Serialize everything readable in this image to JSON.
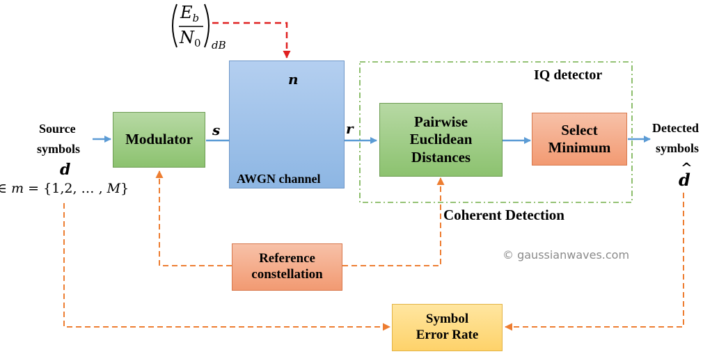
{
  "source": {
    "line1": "Source",
    "line2": "symbols",
    "symbol": "d",
    "set_prefix": "∈ ",
    "set_var": "m",
    "set_body": " = {1,2, … , ",
    "set_last": "M",
    "set_close": "}"
  },
  "modulator": {
    "label": "Modulator"
  },
  "signal_s": "s",
  "signal_r": "r",
  "noise_n": "n",
  "ebn0": {
    "num_main": "E",
    "num_sub": "b",
    "den_main": "N",
    "den_sub": "0",
    "unit": "dB"
  },
  "awgn": {
    "label": "AWGN channel"
  },
  "iq_detector": {
    "label": "IQ detector"
  },
  "pairwise": {
    "line1": "Pairwise",
    "line2": "Euclidean",
    "line3": "Distances"
  },
  "select_min": {
    "line1": "Select",
    "line2": "Minimum"
  },
  "detected": {
    "line1": "Detected",
    "line2": "symbols",
    "symbol": "d"
  },
  "coherent": {
    "label": "Coherent Detection"
  },
  "reference": {
    "line1": "Reference",
    "line2": "constellation"
  },
  "ser": {
    "line1": "Symbol",
    "line2": "Error Rate"
  },
  "copyright": "© gaussianwaves.com",
  "colors": {
    "signal_arrow": "#5b9bd5",
    "reference_arrow": "#ed7d31",
    "ebn0_arrow": "#e02020",
    "iq_border": "#70ad47"
  }
}
